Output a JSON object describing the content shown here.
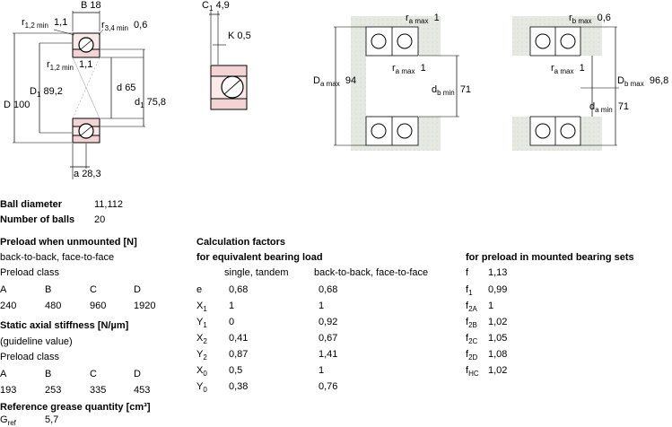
{
  "drawing": {
    "B": {
      "sym": "B",
      "val": "18"
    },
    "r12_top": {
      "sym": "r",
      "sub": "1,2 min",
      "val": "1,1"
    },
    "r34": {
      "sym": "r",
      "sub": "3,4 min",
      "val": "0,6"
    },
    "r12_mid": {
      "sym": "r",
      "sub": "1,2 min",
      "val": "1,1"
    },
    "D": {
      "sym": "D",
      "val": "100"
    },
    "D1": {
      "sym": "D",
      "sub": "1",
      "val": "89,2"
    },
    "d": {
      "sym": "d",
      "val": "65"
    },
    "d1": {
      "sym": "d",
      "sub": "1",
      "val": "75,8"
    },
    "a": {
      "sym": "a",
      "val": "28,3"
    },
    "C1": {
      "sym": "C",
      "sub": "1",
      "val": "4,9"
    },
    "K": {
      "sym": "K",
      "val": "0,5"
    },
    "ra_top": {
      "sym": "r",
      "sub": "a max",
      "val": "1"
    },
    "ra_mid": {
      "sym": "r",
      "sub": "a max",
      "val": "1"
    },
    "Da": {
      "sym": "D",
      "sub": "a max",
      "val": "94"
    },
    "db": {
      "sym": "d",
      "sub": "b min",
      "val": "71"
    },
    "rb": {
      "sym": "r",
      "sub": "b max",
      "val": "0,6"
    },
    "ra_r": {
      "sym": "r",
      "sub": "a max",
      "val": "1"
    },
    "Db": {
      "sym": "D",
      "sub": "b max",
      "val": "96,8"
    },
    "da": {
      "sym": "d",
      "sub": "a min",
      "val": "71"
    }
  },
  "info": {
    "ball_diameter": {
      "label": "Ball diameter",
      "value": "11,112"
    },
    "number_of_balls": {
      "label": "Number of balls",
      "value": "20"
    },
    "preload": {
      "heading": "Preload when unmounted [N]",
      "arrangement": "back-to-back, face-to-face",
      "class_label": "Preload class",
      "classes": [
        "A",
        "B",
        "C",
        "D"
      ],
      "values": [
        "240",
        "480",
        "960",
        "1920"
      ]
    },
    "stiffness": {
      "heading": "Static axial stiffness [N/µm]",
      "note": "(guideline value)",
      "class_label": "Preload class",
      "classes": [
        "A",
        "B",
        "C",
        "D"
      ],
      "values": [
        "193",
        "253",
        "335",
        "453"
      ]
    },
    "grease": {
      "heading": "Reference grease quantity [cm³]",
      "sym": "G",
      "sub": "ref",
      "value": "5,7"
    }
  },
  "calc": {
    "heading": "Calculation factors",
    "subheading": "for equivalent bearing load",
    "col1": "single, tandem",
    "col2": "back-to-back, face-to-face",
    "rows": [
      {
        "sym": "e",
        "sub": "",
        "v1": "0,68",
        "v2": "0,68"
      },
      {
        "sym": "X",
        "sub": "1",
        "v1": "1",
        "v2": "1"
      },
      {
        "sym": "Y",
        "sub": "1",
        "v1": "0",
        "v2": "0,92"
      },
      {
        "sym": "X",
        "sub": "2",
        "v1": "0,41",
        "v2": "0,67"
      },
      {
        "sym": "Y",
        "sub": "2",
        "v1": "0,87",
        "v2": "1,41"
      },
      {
        "sym": "X",
        "sub": "0",
        "v1": "0,5",
        "v2": "1"
      },
      {
        "sym": "Y",
        "sub": "0",
        "v1": "0,38",
        "v2": "0,76"
      }
    ]
  },
  "mounted": {
    "heading": "for preload in mounted bearing sets",
    "rows": [
      {
        "sym": "f",
        "sub": "",
        "v": "1,13"
      },
      {
        "sym": "f",
        "sub": "1",
        "v": "0,99"
      },
      {
        "sym": "f",
        "sub": "2A",
        "v": "1"
      },
      {
        "sym": "f",
        "sub": "2B",
        "v": "1,02"
      },
      {
        "sym": "f",
        "sub": "2C",
        "v": "1,05"
      },
      {
        "sym": "f",
        "sub": "2D",
        "v": "1,08"
      },
      {
        "sym": "f",
        "sub": "HC",
        "v": "1,02"
      }
    ]
  }
}
